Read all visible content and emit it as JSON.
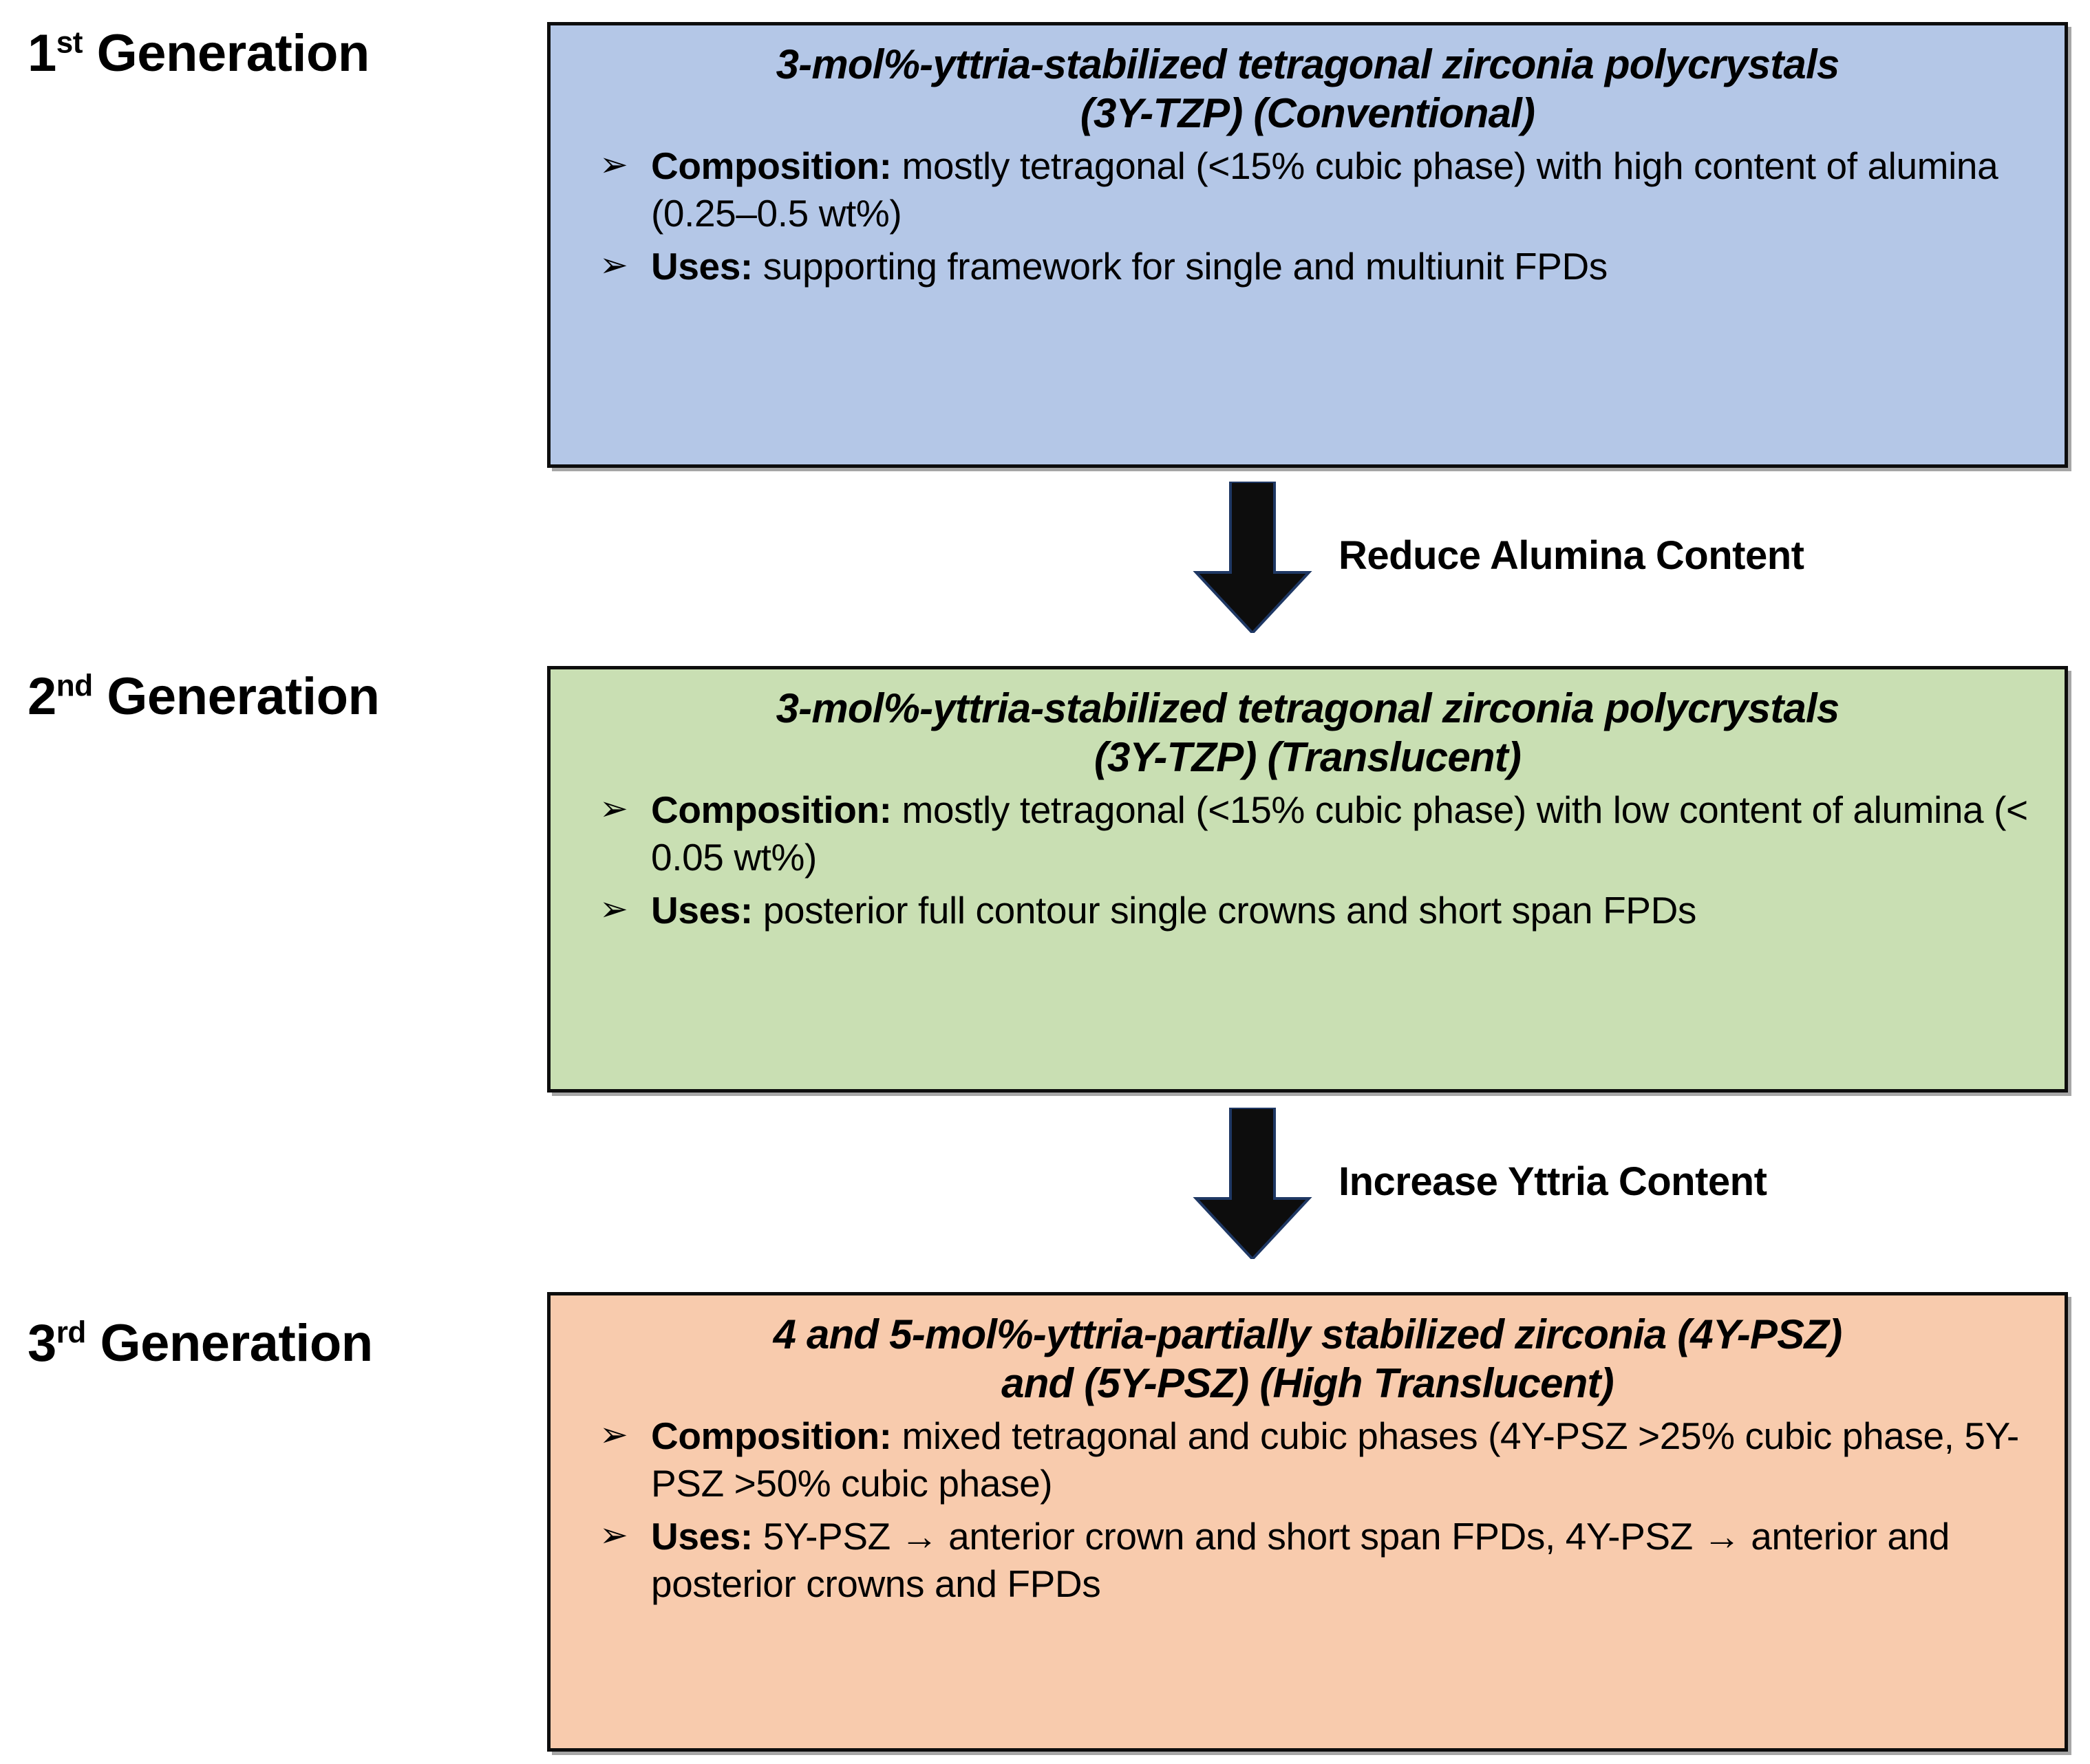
{
  "generations": [
    {
      "label_number": "1",
      "label_ordinal": "st",
      "label_word": " Generation",
      "box_color": "#b4c7e7",
      "title_line1": "3-mol%-yttria-stabilized tetragonal zirconia polycrystals",
      "title_line2": "(3Y-TZP) (Conventional)",
      "bullets": [
        {
          "marker": "➢",
          "lead": "Composition:",
          "text": " mostly tetragonal (<15% cubic phase) with high content of alumina (0.25–0.5 wt%)"
        },
        {
          "marker": "➢",
          "lead": "Uses:",
          "text": " supporting framework for single and multiunit FPDs"
        }
      ]
    },
    {
      "label_number": "2",
      "label_ordinal": "nd",
      "label_word": " Generation",
      "box_color": "#c9dfb3",
      "title_line1": "3-mol%-yttria-stabilized tetragonal zirconia polycrystals",
      "title_line2": "(3Y-TZP) (Translucent)",
      "bullets": [
        {
          "marker": "➢",
          "lead": "Composition:",
          "text": " mostly tetragonal (<15% cubic phase) with low content of alumina (< 0.05 wt%)"
        },
        {
          "marker": "➢",
          "lead": "Uses:",
          "text": " posterior full contour single crowns and short span FPDs"
        }
      ]
    },
    {
      "label_number": "3",
      "label_ordinal": "rd",
      "label_word": " Generation",
      "box_color": "#f8cbad",
      "title_line1": "4 and 5-mol%-yttria-partially stabilized zirconia (4Y-PSZ)",
      "title_line2": "and (5Y-PSZ) (High Translucent)",
      "bullets": [
        {
          "marker": "➢",
          "lead": "Composition:",
          "text": " mixed tetragonal and cubic phases (4Y-PSZ >25% cubic phase, 5Y-PSZ >50% cubic phase)"
        },
        {
          "marker": "➢",
          "lead": "Uses:",
          "text": " 5Y-PSZ → anterior crown and short span FPDs, 4Y-PSZ → anterior and posterior crowns and FPDs"
        }
      ]
    }
  ],
  "connectors": [
    {
      "label": "Reduce Alumina Content",
      "icon": "down-arrow-icon",
      "color": "#0d0d0d"
    },
    {
      "label": "Increase Yttria Content",
      "icon": "down-arrow-icon",
      "color": "#0d0d0d"
    }
  ]
}
